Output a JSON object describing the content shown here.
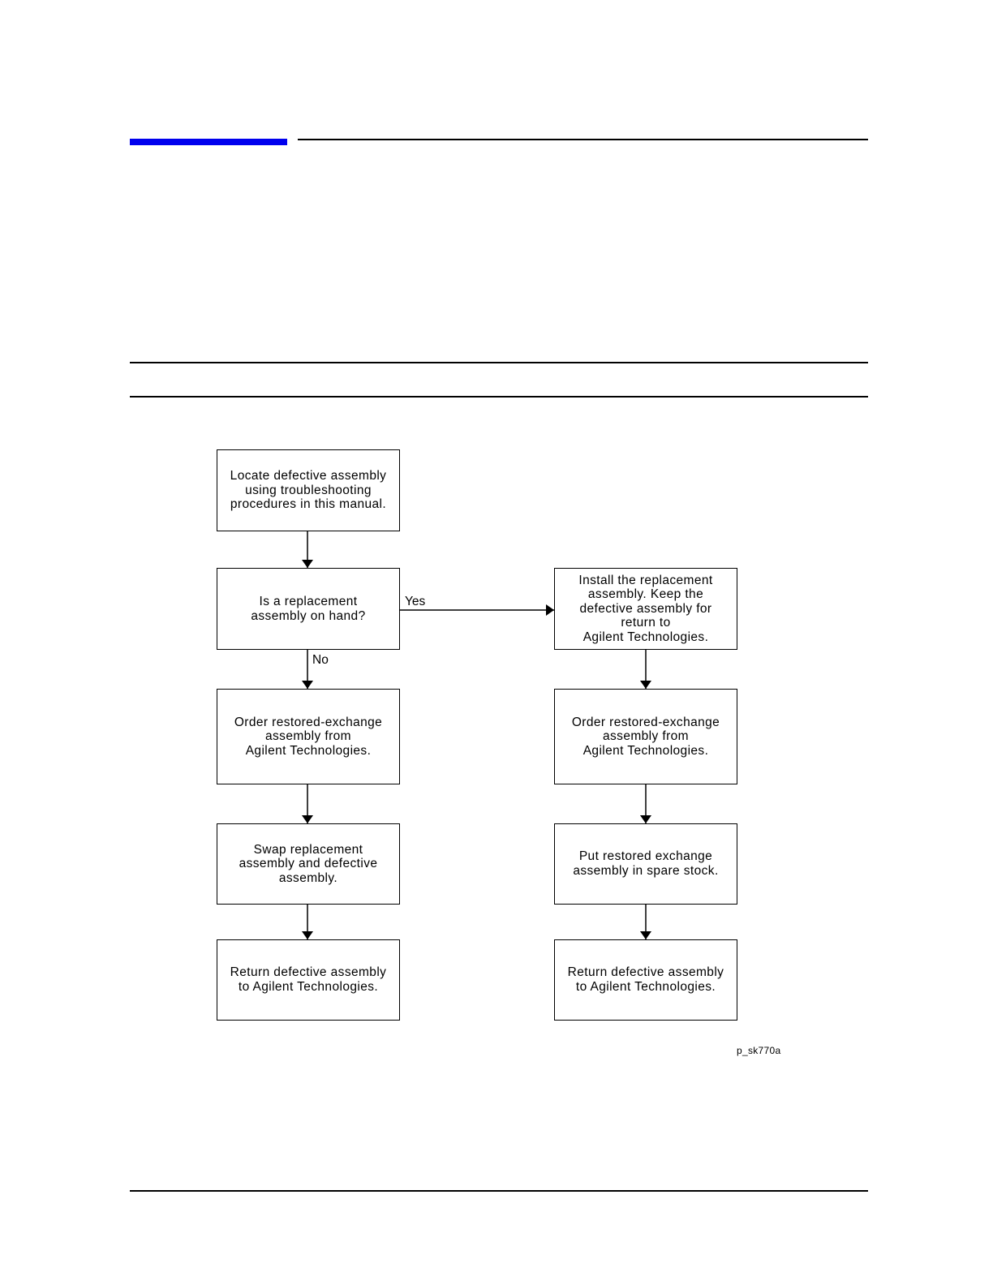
{
  "theme": {
    "accent_color": "#0000ee",
    "line_color": "#000000"
  },
  "flowchart": {
    "nodes": [
      {
        "id": "locate",
        "text": "Locate defective assembly\nusing troubleshooting\nprocedures in this manual."
      },
      {
        "id": "decision",
        "text": "Is a replacement\nassembly on hand?"
      },
      {
        "id": "order-left",
        "text": "Order restored-exchange\nassembly from\nAgilent Technologies."
      },
      {
        "id": "swap",
        "text": "Swap replacement\nassembly and defective\nassembly."
      },
      {
        "id": "return-left",
        "text": "Return defective assembly\nto Agilent Technologies."
      },
      {
        "id": "install",
        "text": "Install the replacement\nassembly.  Keep the\ndefective assembly for\nreturn to\nAgilent Technologies."
      },
      {
        "id": "order-right",
        "text": "Order restored-exchange\nassembly from\nAgilent Technologies."
      },
      {
        "id": "put-stock",
        "text": "Put restored exchange\nassembly in spare stock."
      },
      {
        "id": "return-right",
        "text": "Return defective assembly\nto Agilent Technologies."
      }
    ],
    "edges": [
      {
        "from": "locate",
        "to": "decision",
        "label": ""
      },
      {
        "from": "decision",
        "to": "install",
        "label": "Yes"
      },
      {
        "from": "decision",
        "to": "order-left",
        "label": "No"
      },
      {
        "from": "order-left",
        "to": "swap",
        "label": ""
      },
      {
        "from": "swap",
        "to": "return-left",
        "label": ""
      },
      {
        "from": "install",
        "to": "order-right",
        "label": ""
      },
      {
        "from": "order-right",
        "to": "put-stock",
        "label": ""
      },
      {
        "from": "put-stock",
        "to": "return-right",
        "label": ""
      }
    ],
    "figure_id": "p_sk770a"
  }
}
